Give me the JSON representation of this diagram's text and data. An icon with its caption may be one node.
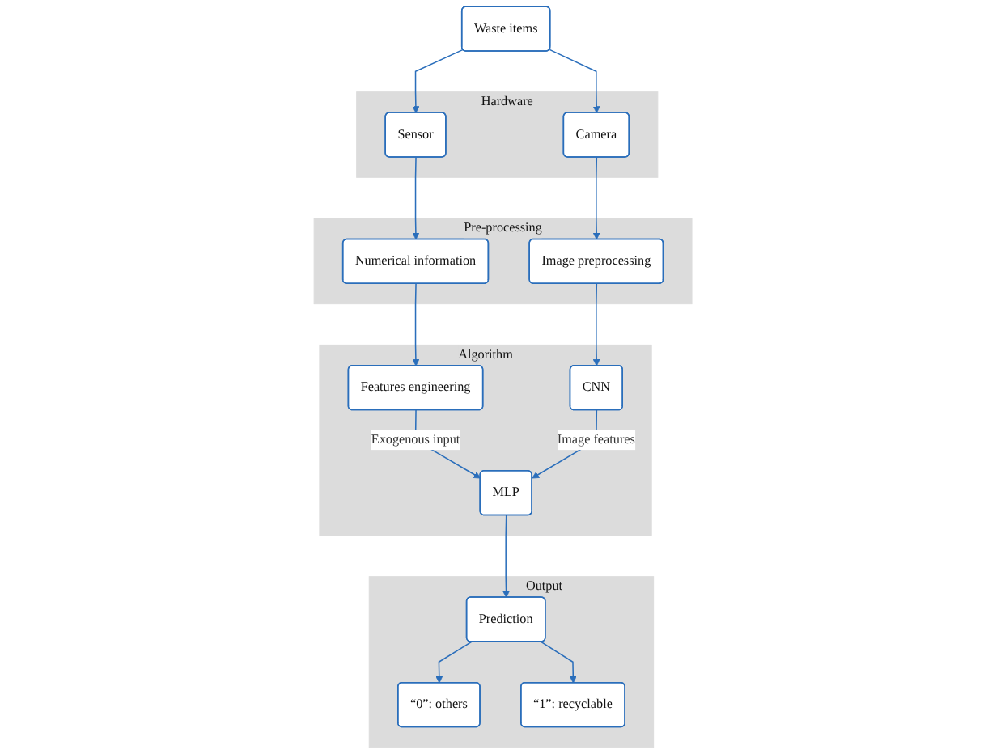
{
  "diagram": {
    "nodes": [
      {
        "text": [
          "Waste items"
        ]
      },
      {
        "text": [
          "Hardware"
        ]
      },
      {
        "text": [
          "Sensor"
        ],
        "in": 1
      },
      {
        "text": [
          "Camera"
        ],
        "in": 1
      },
      {
        "text": [
          "Pre-processing"
        ]
      },
      {
        "text": [
          "Numerical information"
        ],
        "in": 4
      },
      {
        "text": [
          "Image preprocessing"
        ],
        "in": 4
      },
      {
        "text": [
          "Algorithm"
        ]
      },
      {
        "text": [
          "Features engineering"
        ],
        "in": 7
      },
      {
        "text": [
          "MLP"
        ],
        "in": 7
      },
      {
        "text": [
          "CNN"
        ],
        "in": 7
      },
      {
        "text": [
          "Output"
        ]
      },
      {
        "text": [
          "“0”: others"
        ],
        "in": 11
      },
      {
        "text": [
          "Prediction"
        ],
        "in": 11
      },
      {
        "text": [
          "“1”: recyclable"
        ],
        "in": 11
      }
    ],
    "edges": [
      {
        "from": 0,
        "to": 2,
        "arrow": "to"
      },
      {
        "from": 0,
        "to": 3,
        "arrow": "to"
      },
      {
        "from": 2,
        "to": 5,
        "arrow": "to"
      },
      {
        "from": 3,
        "to": 6,
        "arrow": "to"
      },
      {
        "from": 5,
        "to": 8,
        "arrow": "to"
      },
      {
        "from": 6,
        "to": 10,
        "arrow": "to"
      },
      {
        "from": 8,
        "to": 9,
        "arrow": "to",
        "label": "Exogenous input"
      },
      {
        "from": 10,
        "to": 9,
        "arrow": "to",
        "label": "Image features"
      },
      {
        "from": 9,
        "to": 13,
        "arrow": "to"
      },
      {
        "from": 13,
        "to": 12,
        "arrow": "to"
      },
      {
        "from": 13,
        "to": 14,
        "arrow": "to"
      }
    ]
  }
}
